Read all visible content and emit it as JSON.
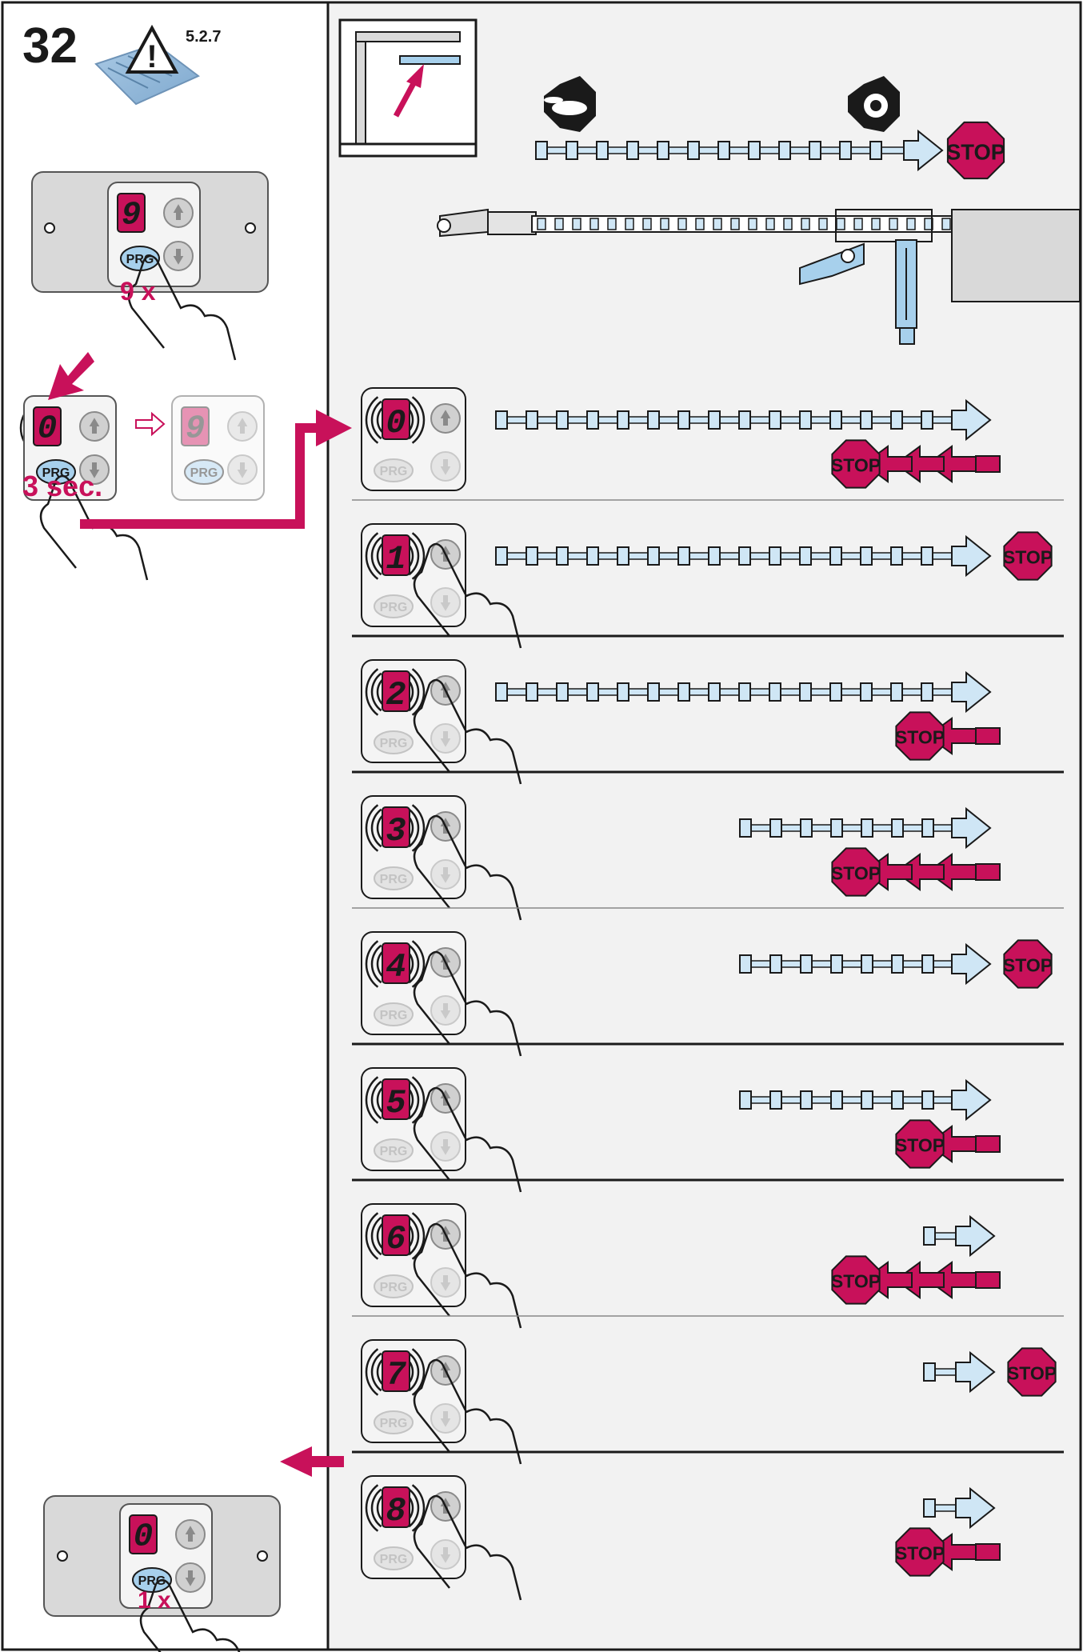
{
  "header": {
    "step_number": "32",
    "manual_reference": "5.2.7",
    "warning_icon": "manual-warning-icon"
  },
  "left_panel": {
    "program_display_value": "9",
    "press_count": "9 x",
    "hold_display_from": "0",
    "hold_display_to": "9",
    "hold_duration": "3 sec.",
    "final_display_value": "0",
    "final_press_count": "1 x",
    "button_label": "PRG"
  },
  "top_illustration": {
    "fast_icon": "rabbit-icon",
    "slow_icon": "snail-icon",
    "stop_label": "STOP"
  },
  "rows": [
    {
      "display": "0",
      "stop_label": "STOP",
      "type": "full-reverse3"
    },
    {
      "display": "1",
      "stop_label": "STOP",
      "type": "full-stop"
    },
    {
      "display": "2",
      "stop_label": "STOP",
      "type": "full-reverse1"
    },
    {
      "display": "3",
      "stop_label": "STOP",
      "type": "medium-reverse3"
    },
    {
      "display": "4",
      "stop_label": "STOP",
      "type": "medium-stop"
    },
    {
      "display": "5",
      "stop_label": "STOP",
      "type": "medium-reverse1"
    },
    {
      "display": "6",
      "stop_label": "STOP",
      "type": "short-reverse3"
    },
    {
      "display": "7",
      "stop_label": "STOP",
      "type": "short-stop"
    },
    {
      "display": "8",
      "stop_label": "STOP",
      "type": "short-reverse1"
    }
  ],
  "colors": {
    "accent": "#c8115a",
    "chain": "#cfe6f5",
    "panel": "#e6e6e6",
    "ink": "#1a1a1a"
  }
}
